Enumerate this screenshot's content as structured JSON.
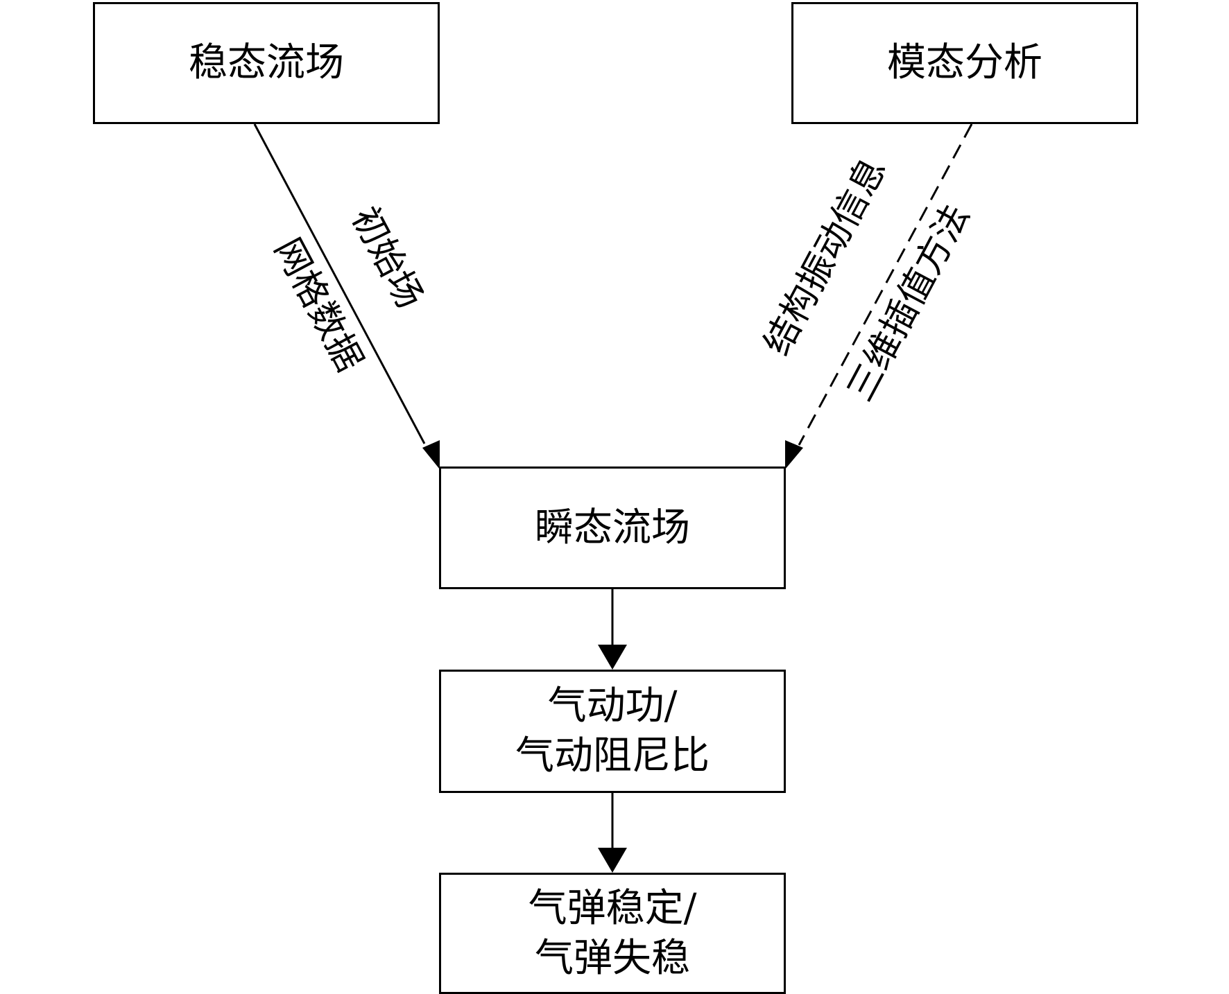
{
  "nodes": {
    "steady_flow": "稳态流场",
    "modal_analysis": "模态分析",
    "transient_flow": "瞬态流场",
    "aero_work": {
      "line1": "气动功/",
      "line2": "气动阻尼比"
    },
    "aeroelastic": {
      "line1": "气弹稳定/",
      "line2": "气弹失稳"
    }
  },
  "edges": {
    "left_label_upper": "初始场",
    "left_label_lower": "网格数据",
    "right_label_upper": "结构振动信息",
    "right_label_lower": "三维插值方法"
  },
  "colors": {
    "stroke": "#000000",
    "background": "#ffffff"
  }
}
